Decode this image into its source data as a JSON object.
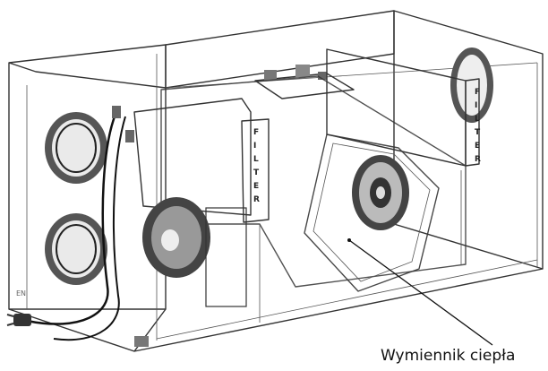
{
  "callout": {
    "label": "Wymiennik ciepła"
  },
  "filter_tags": {
    "front": "FILTER",
    "rear": "FILTER"
  },
  "corner_mark": "EN",
  "colors": {
    "heat_exchanger_fill": "#cfcfcf",
    "line": "#333333",
    "panel": "#f4f4f4",
    "rubber_ring": "#222222",
    "cable": "#111111"
  }
}
